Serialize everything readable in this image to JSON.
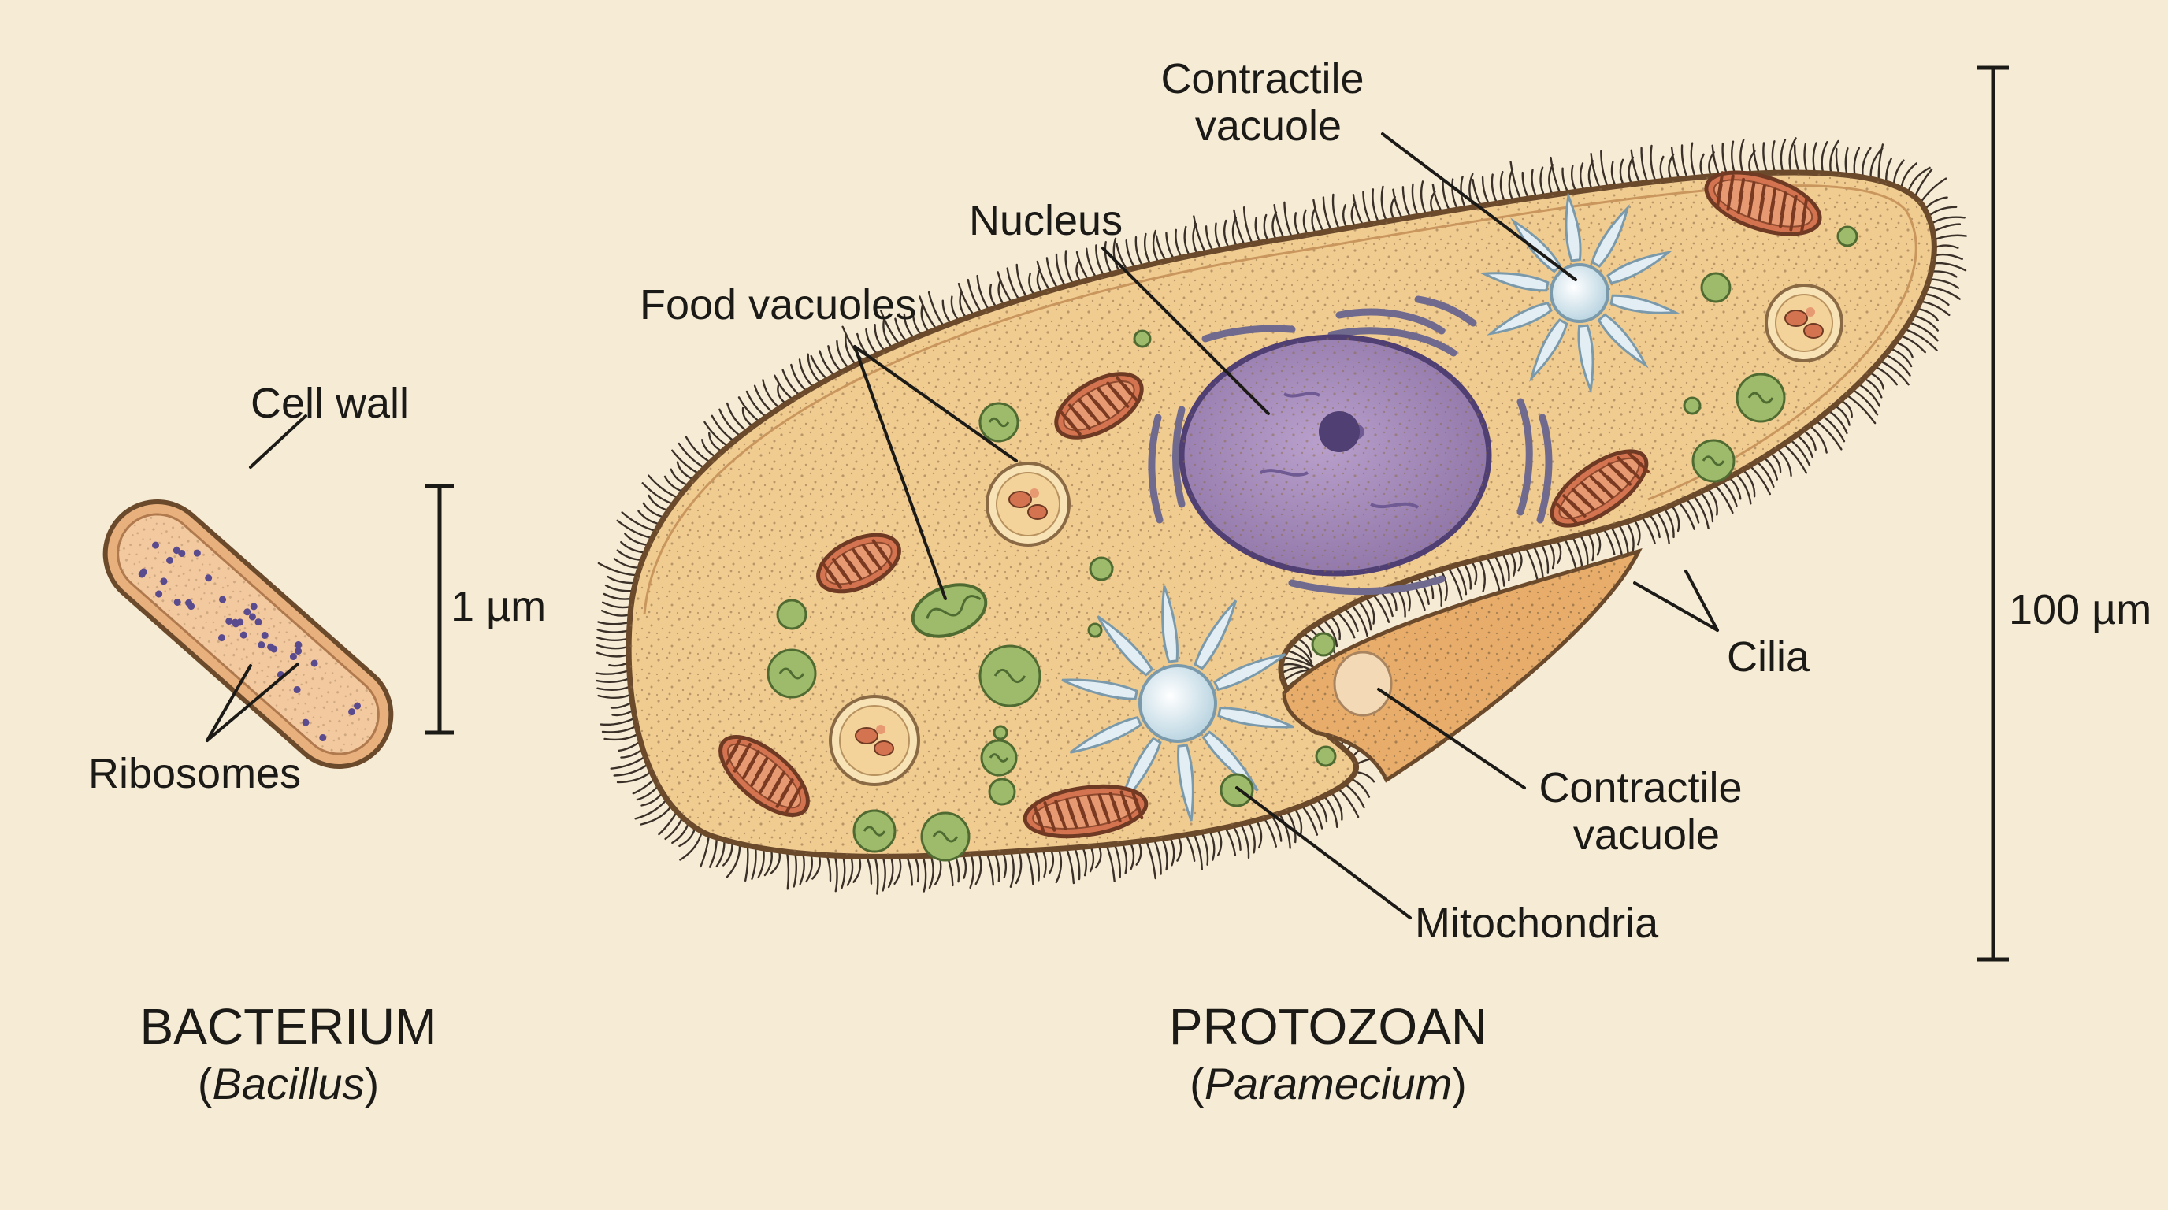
{
  "bacterium": {
    "title": "BACTERIUM",
    "genus": "Bacillus",
    "labels": {
      "cell_wall": "Cell wall",
      "ribosomes": "Ribosomes"
    },
    "scale_label": "1 µm"
  },
  "protozoan": {
    "title": "PROTOZOAN",
    "genus": "Paramecium",
    "labels": {
      "contractile_vacuole_top": [
        "Contractile",
        "vacuole"
      ],
      "nucleus": "Nucleus",
      "food_vacuoles": "Food vacuoles",
      "cilia": "Cilia",
      "contractile_vacuole_bottom": [
        "Contractile",
        "vacuole"
      ],
      "mitochondria": "Mitochondria"
    },
    "scale_label": "100 µm"
  },
  "colors": {
    "background": "#f6ecd6",
    "cytoplasm": "#f0cc91",
    "membrane": "#6b4a2c",
    "nucleus": "#a48ab8",
    "mitochondria": "#d4734f",
    "vacuole": "#dceaf0",
    "food_vacuole": "#9dbb6a"
  }
}
